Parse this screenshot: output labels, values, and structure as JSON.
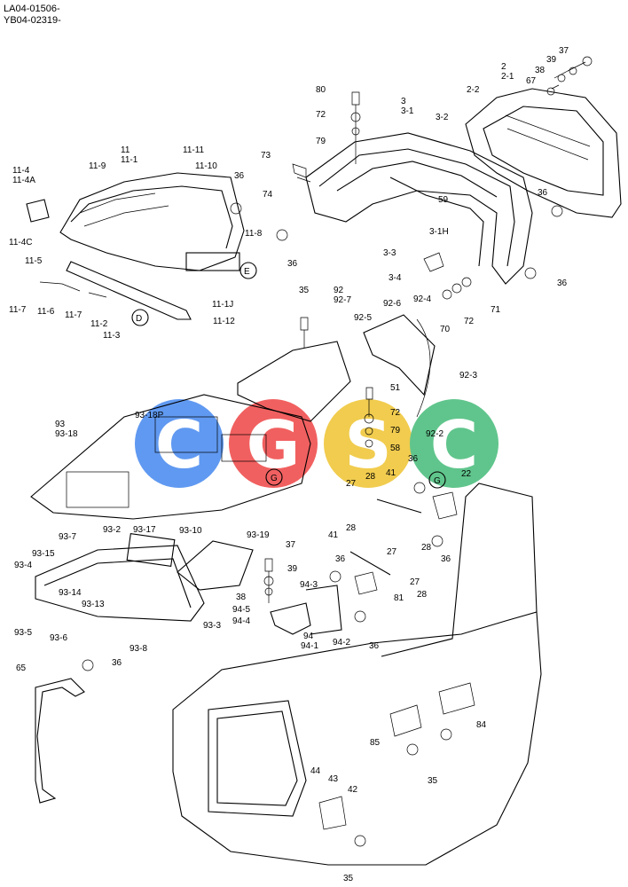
{
  "header": {
    "line1": "LA04-01506-",
    "line2": "YB04-02319-"
  },
  "watermark": {
    "letters": [
      "C",
      "G",
      "S",
      "C"
    ],
    "colors": [
      "#4f8ff0",
      "#f04f4f",
      "#f0c73b",
      "#4fbf80"
    ]
  },
  "callouts": {
    "c37a": "37",
    "c39a": "39",
    "c38a": "38",
    "c67": "67",
    "c2": "2",
    "c2_1": "2-1",
    "c2_2": "2-2",
    "c80": "80",
    "c72a": "72",
    "c79a": "79",
    "c3": "3",
    "c3_1": "3-1",
    "c3_2": "3-2",
    "c11": "11",
    "c11_1": "11-1",
    "c11_11": "11-11",
    "c11_10": "11-10",
    "c11_9": "11-9",
    "c11_4": "11-4",
    "c11_4A": "11-4A",
    "c11_4C": "11-4C",
    "c11_5": "11-5",
    "c11_8": "11-8",
    "c11_7a": "11-7",
    "c11_6": "11-6",
    "c11_7b": "11-7",
    "c11_2": "11-2",
    "c11_3": "11-3",
    "c11_1J": "11-1J",
    "c11_12": "11-12",
    "cD": "D",
    "cE": "E",
    "c36a": "36",
    "c73": "73",
    "c74": "74",
    "c36b": "36",
    "c59": "59",
    "c3_1H": "3-1H",
    "c36c": "36",
    "c36d": "36",
    "c3_3": "3-3",
    "c3_4": "3-4",
    "c70": "70",
    "c72b": "72",
    "c71": "71",
    "c35a": "35",
    "c92": "92",
    "c92_7": "92-7",
    "c92_6": "92-6",
    "c92_4": "92-4",
    "c92_5": "92-5",
    "c92_3": "92-3",
    "c92_2": "92-2",
    "c51": "51",
    "c72c": "72",
    "c79b": "79",
    "c58": "58",
    "c93": "93",
    "c93_18": "93-18",
    "c93_18P": "93-18P",
    "c36e": "36",
    "c22": "22",
    "cG1": "G",
    "cG2": "G",
    "c27a": "27",
    "c28a": "28",
    "c41a": "41",
    "c28b": "28",
    "c36f": "36",
    "c93_7": "93-7",
    "c93_2": "93-2",
    "c93_17": "93-17",
    "c93_10": "93-10",
    "c93_19": "93-19",
    "c93_15": "93-15",
    "c93_4": "93-4",
    "c93_14": "93-14",
    "c93_13": "93-13",
    "c93_5": "93-5",
    "c93_6": "93-6",
    "c93_8": "93-8",
    "c93_3": "93-3",
    "c37b": "37",
    "c39b": "39",
    "c38b": "38",
    "c94_3": "94-3",
    "c94_5": "94-5",
    "c94_4": "94-4",
    "c94": "94",
    "c94_1": "94-1",
    "c94_2": "94-2",
    "c41b": "41",
    "c28c": "28",
    "c27b": "27",
    "c36g": "36",
    "c81": "81",
    "c28d": "28",
    "c27c": "27",
    "c36h": "36",
    "c65": "65",
    "c36i": "36",
    "c85": "85",
    "c84": "84",
    "c35b": "35",
    "c44": "44",
    "c43": "43",
    "c42": "42",
    "c35c": "35"
  }
}
